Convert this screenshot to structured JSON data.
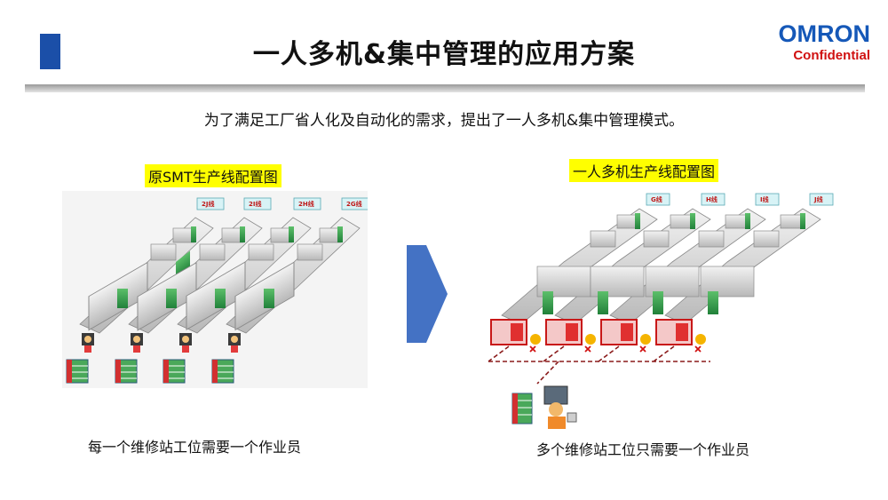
{
  "header": {
    "title": "一人多机&集中管理的应用方案",
    "logo_word": "OMRON",
    "logo_sub": "Confidential"
  },
  "subtitle": "为了满足工厂省人化及自动化的需求，提出了一人多机&集中管理模式。",
  "left": {
    "label": "原SMT生产线配置图",
    "lines": [
      "2J线",
      "2I线",
      "2H线",
      "2G线"
    ],
    "caption": "每一个维修站工位需要一个作业员"
  },
  "right": {
    "label": "一人多机生产线配置图",
    "lines": [
      "G线",
      "H线",
      "I线",
      "J线"
    ],
    "caption": "多个维修站工位只需要一个作业员"
  },
  "colors": {
    "accent_bar": "#1b4fa8",
    "logo_blue": "#1558b8",
    "logo_red": "#d01010",
    "highlight": "#ffff00",
    "arrow": "#4472c4"
  }
}
